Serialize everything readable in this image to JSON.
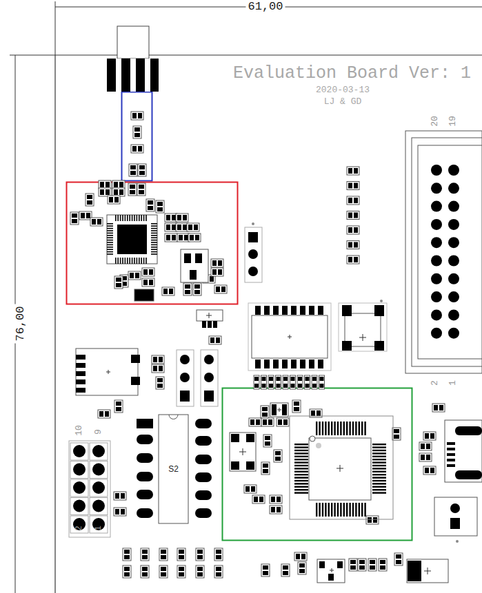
{
  "diagram": {
    "title": "Evaluation Board Ver: 1",
    "nodes": [
      {
        "text": [
          "S2"
        ]
      }
    ],
    "labels": [
      "61,00",
      "76,00",
      "2020-03-13",
      "LJ & GD",
      "20",
      "19",
      "2",
      "1",
      "10",
      "9",
      "2",
      "1"
    ]
  }
}
